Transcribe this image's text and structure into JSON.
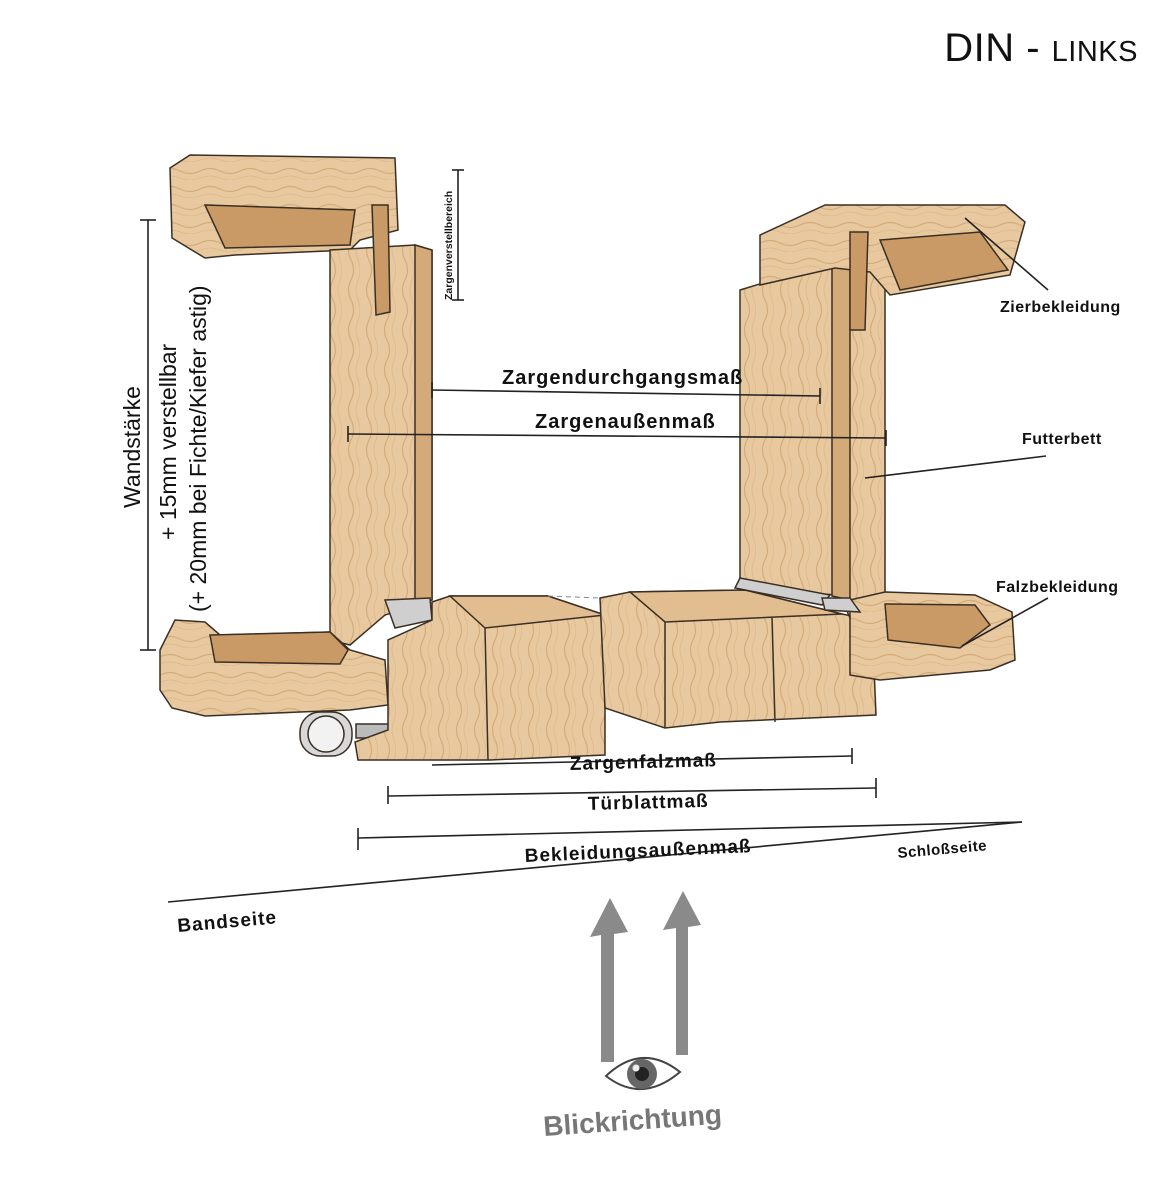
{
  "header": {
    "din": "DIN",
    "separator": " - ",
    "side": "LINKS"
  },
  "labels": {
    "zargenverstellbereich": "Zargenverstellbereich",
    "wandstaerke": "Wandstärke",
    "verstellbar_line1": "+ 15mm verstellbar",
    "verstellbar_line2": "(+ 20mm bei Fichte/Kiefer astig)",
    "zargendurchgangsmass": "Zargendurchgangsmaß",
    "zargenaussenmass": "Zargenaußenmaß",
    "zierbekleidung": "Zierbekleidung",
    "futterbett": "Futterbett",
    "falzbekleidung": "Falzbekleidung",
    "zargenfalzmass": "Zargenfalzmaß",
    "tuerblattmass": "Türblattmaß",
    "bekleidungsaussenmass": "Bekleidungsaußenmaß",
    "schlossseite": "Schloßseite",
    "bandseite": "Bandseite",
    "blickrichtung": "Blickrichtung"
  },
  "colors": {
    "wood": "#e6c49a",
    "wood_dark": "#caa071",
    "outline": "#3a2f24",
    "arrow": "#8a8a8a"
  }
}
